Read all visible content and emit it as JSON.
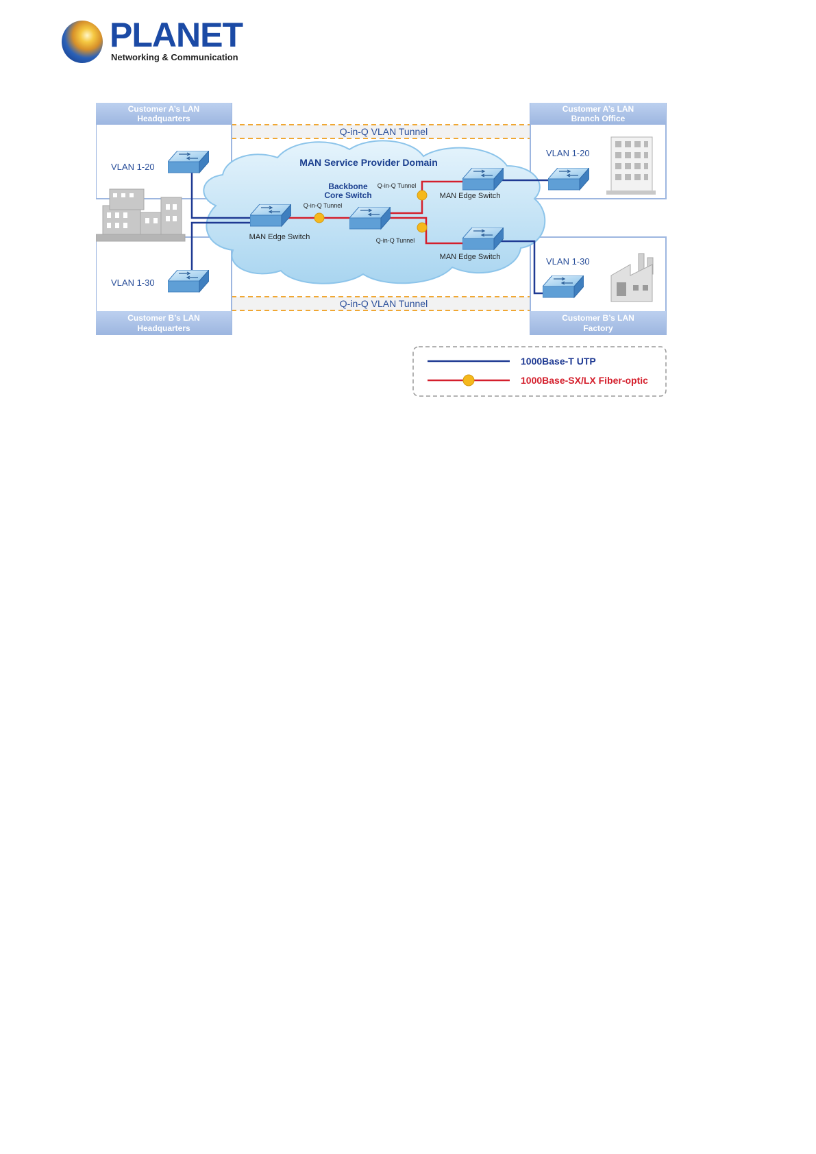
{
  "logo": {
    "name": "PLANET",
    "tagline": "Networking & Communication"
  },
  "diagram": {
    "panels": {
      "a_hq": {
        "line1": "Customer A’s LAN",
        "line2": "Headquarters",
        "vlan": "VLAN 1-20"
      },
      "a_branch": {
        "line1": "Customer A’s LAN",
        "line2": "Branch Office",
        "vlan": "VLAN 1-20"
      },
      "b_hq": {
        "line1": "Customer B’s LAN",
        "line2": "Headquarters",
        "vlan": "VLAN 1-30"
      },
      "b_factory": {
        "line1": "Customer B’s LAN",
        "line2": "Factory",
        "vlan": "VLAN 1-30"
      }
    },
    "tunnel_top": "Q-in-Q VLAN Tunnel",
    "tunnel_bottom": "Q-in-Q VLAN Tunnel",
    "domain_label": "MAN Service Provider Domain",
    "core_label_1": "Backbone",
    "core_label_2": "Core Switch",
    "edge_left_label": "MAN Edge Switch",
    "edge_top_label": "MAN Edge Switch",
    "edge_bottom_label": "MAN Edge Switch",
    "tunnel_small_left": "Q-in-Q Tunnel",
    "tunnel_small_top": "Q-in-Q Tunnel",
    "tunnel_small_bottom": "Q-in-Q Tunnel",
    "legend": {
      "utp": "1000Base-T UTP",
      "fiber": "1000Base-SX/LX Fiber-optic"
    },
    "colors": {
      "panel_header": "#a9c0e6",
      "utp": "#1f3a93",
      "fiber": "#d41f2c",
      "cloud": "#bfe0f5",
      "switch": "#5f9fd6"
    }
  }
}
